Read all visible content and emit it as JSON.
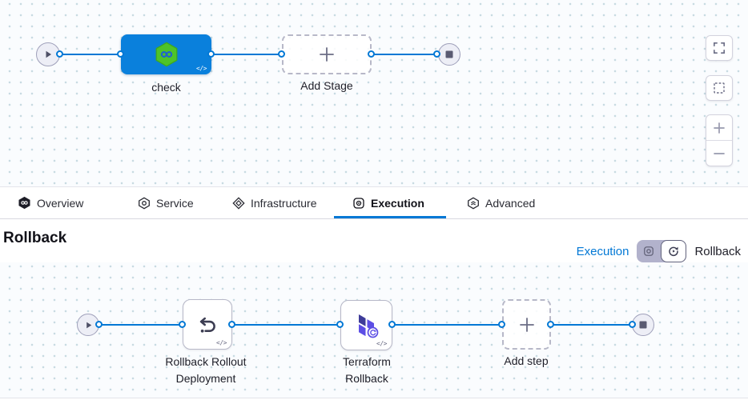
{
  "colors": {
    "accent_blue": "#0278D5",
    "stage_blue": "#0A80DC",
    "harness_green": "#4EC32A",
    "terraform_purple": "#5C4EE5",
    "canvas_dot": "#C8DBE2",
    "node_fill": "#EDEEF6"
  },
  "top_canvas": {
    "start_node_icon": "play-icon",
    "end_node_icon": "stop-icon",
    "stage": {
      "label": "check",
      "icon": "harness-cd-hexagon-icon",
      "code_icon": "</>"
    },
    "add_stage_label": "Add Stage",
    "controls": {
      "fullscreen": "fullscreen-icon",
      "fit_selection": "fit-selection-icon",
      "zoom_in": "zoom-in-icon",
      "zoom_out": "zoom-out-icon"
    }
  },
  "tabs": {
    "active": "Execution",
    "items": [
      {
        "label": "Overview",
        "icon": "harness-hexagon-icon"
      },
      {
        "label": "Service",
        "icon": "service-hexagon-icon"
      },
      {
        "label": "Infrastructure",
        "icon": "infrastructure-diamond-icon"
      },
      {
        "label": "Execution",
        "icon": "execution-steps-icon"
      },
      {
        "label": "Advanced",
        "icon": "advanced-hexagon-icon"
      }
    ]
  },
  "section": {
    "title": "Rollback",
    "toggle": {
      "left_label": "Execution",
      "right_label": "Rollback",
      "active": "Rollback"
    }
  },
  "bottom_canvas": {
    "start_node_icon": "play-icon",
    "end_node_icon": "stop-icon",
    "steps": [
      {
        "label1": "Rollback Rollout",
        "label2": "Deployment",
        "icon": "undo-arrow-icon",
        "code_icon": "</>"
      },
      {
        "label1": "Terraform",
        "label2": "Rollback",
        "icon": "terraform-icon",
        "code_icon": "</>"
      }
    ],
    "add_step_label": "Add step"
  }
}
